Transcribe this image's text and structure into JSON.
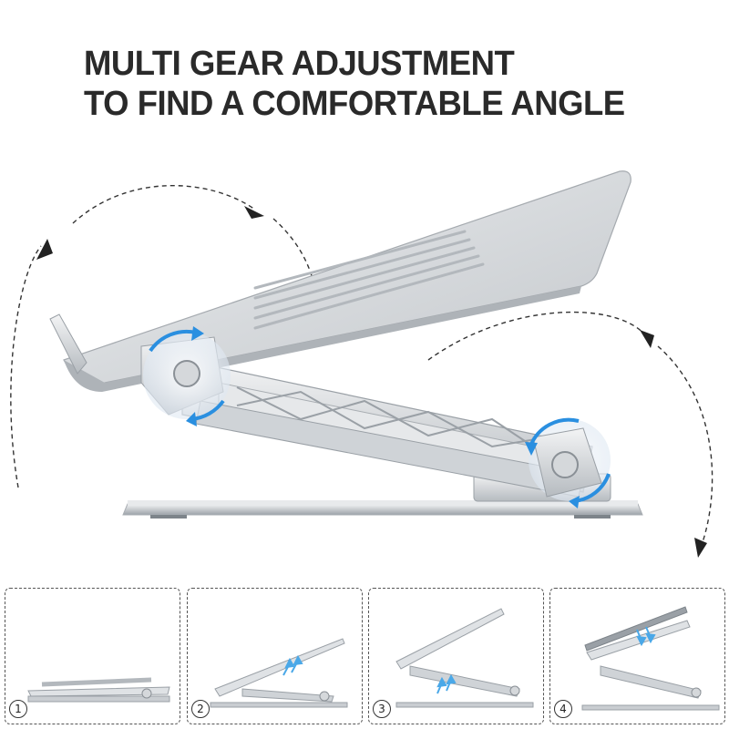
{
  "headline": {
    "line1": "MULTI GEAR ADJUSTMENT",
    "line2": "TO FIND A COMFORTABLE ANGLE"
  },
  "colors": {
    "text": "#2a2a2a",
    "aluminum": "#c9cdd1",
    "aluminum_dark": "#9aa0a6",
    "rotate_accent": "#2a8fe0",
    "arrow_hint": "#4aa8e8"
  },
  "icons": [
    "rotate-arrow-icon",
    "dashed-curve-arrow-icon",
    "up-arrows-icon",
    "down-arrows-icon"
  ],
  "steps": [
    {
      "number": "1"
    },
    {
      "number": "2"
    },
    {
      "number": "3"
    },
    {
      "number": "4"
    }
  ]
}
